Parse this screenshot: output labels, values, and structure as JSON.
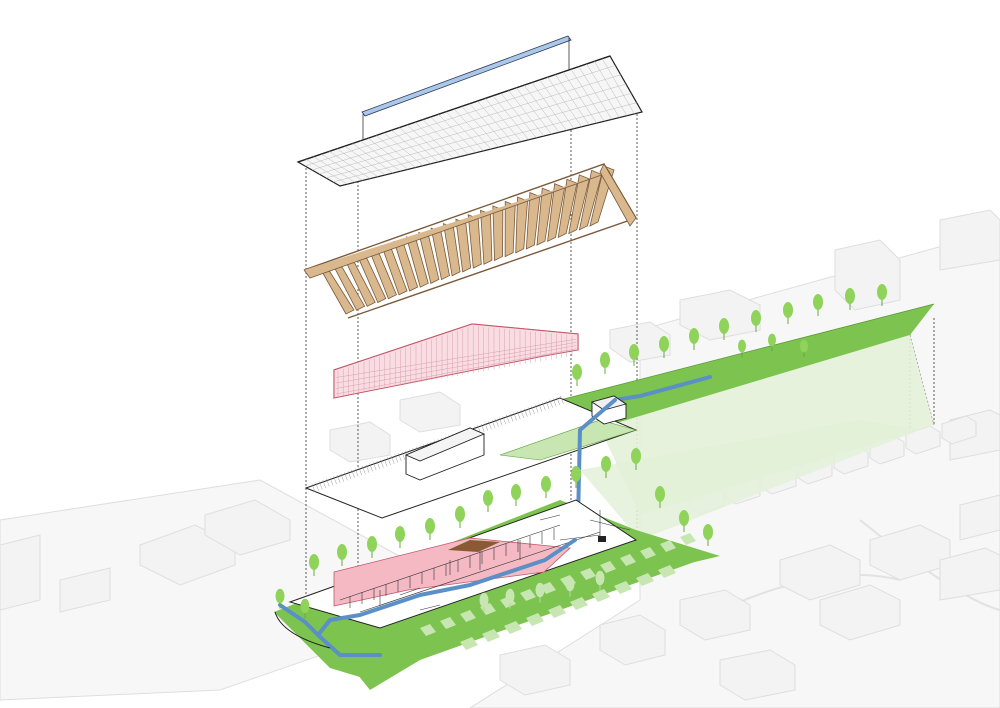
{
  "diagram": {
    "type": "exploded-axonometric",
    "layers": [
      {
        "name": "roof-skin"
      },
      {
        "name": "timber-roof-structure"
      },
      {
        "name": "pink-facade-envelope"
      },
      {
        "name": "upper-level-floor"
      },
      {
        "name": "ground-level-plan"
      },
      {
        "name": "site-context"
      }
    ],
    "colors": {
      "green": "#7cc44f",
      "green_light": "#c8e6b2",
      "green_faint": "#e3f1d8",
      "timber": "#d9b88e",
      "timber_stroke": "#7a5a3a",
      "pink": "#f4b9c3",
      "pink_stroke": "#c4586b",
      "blue_path": "#5b8fc7",
      "skylight": "#a9c9ea",
      "context": "#f0f0f0",
      "context_stroke": "#dddddd",
      "line": "#222222"
    }
  }
}
